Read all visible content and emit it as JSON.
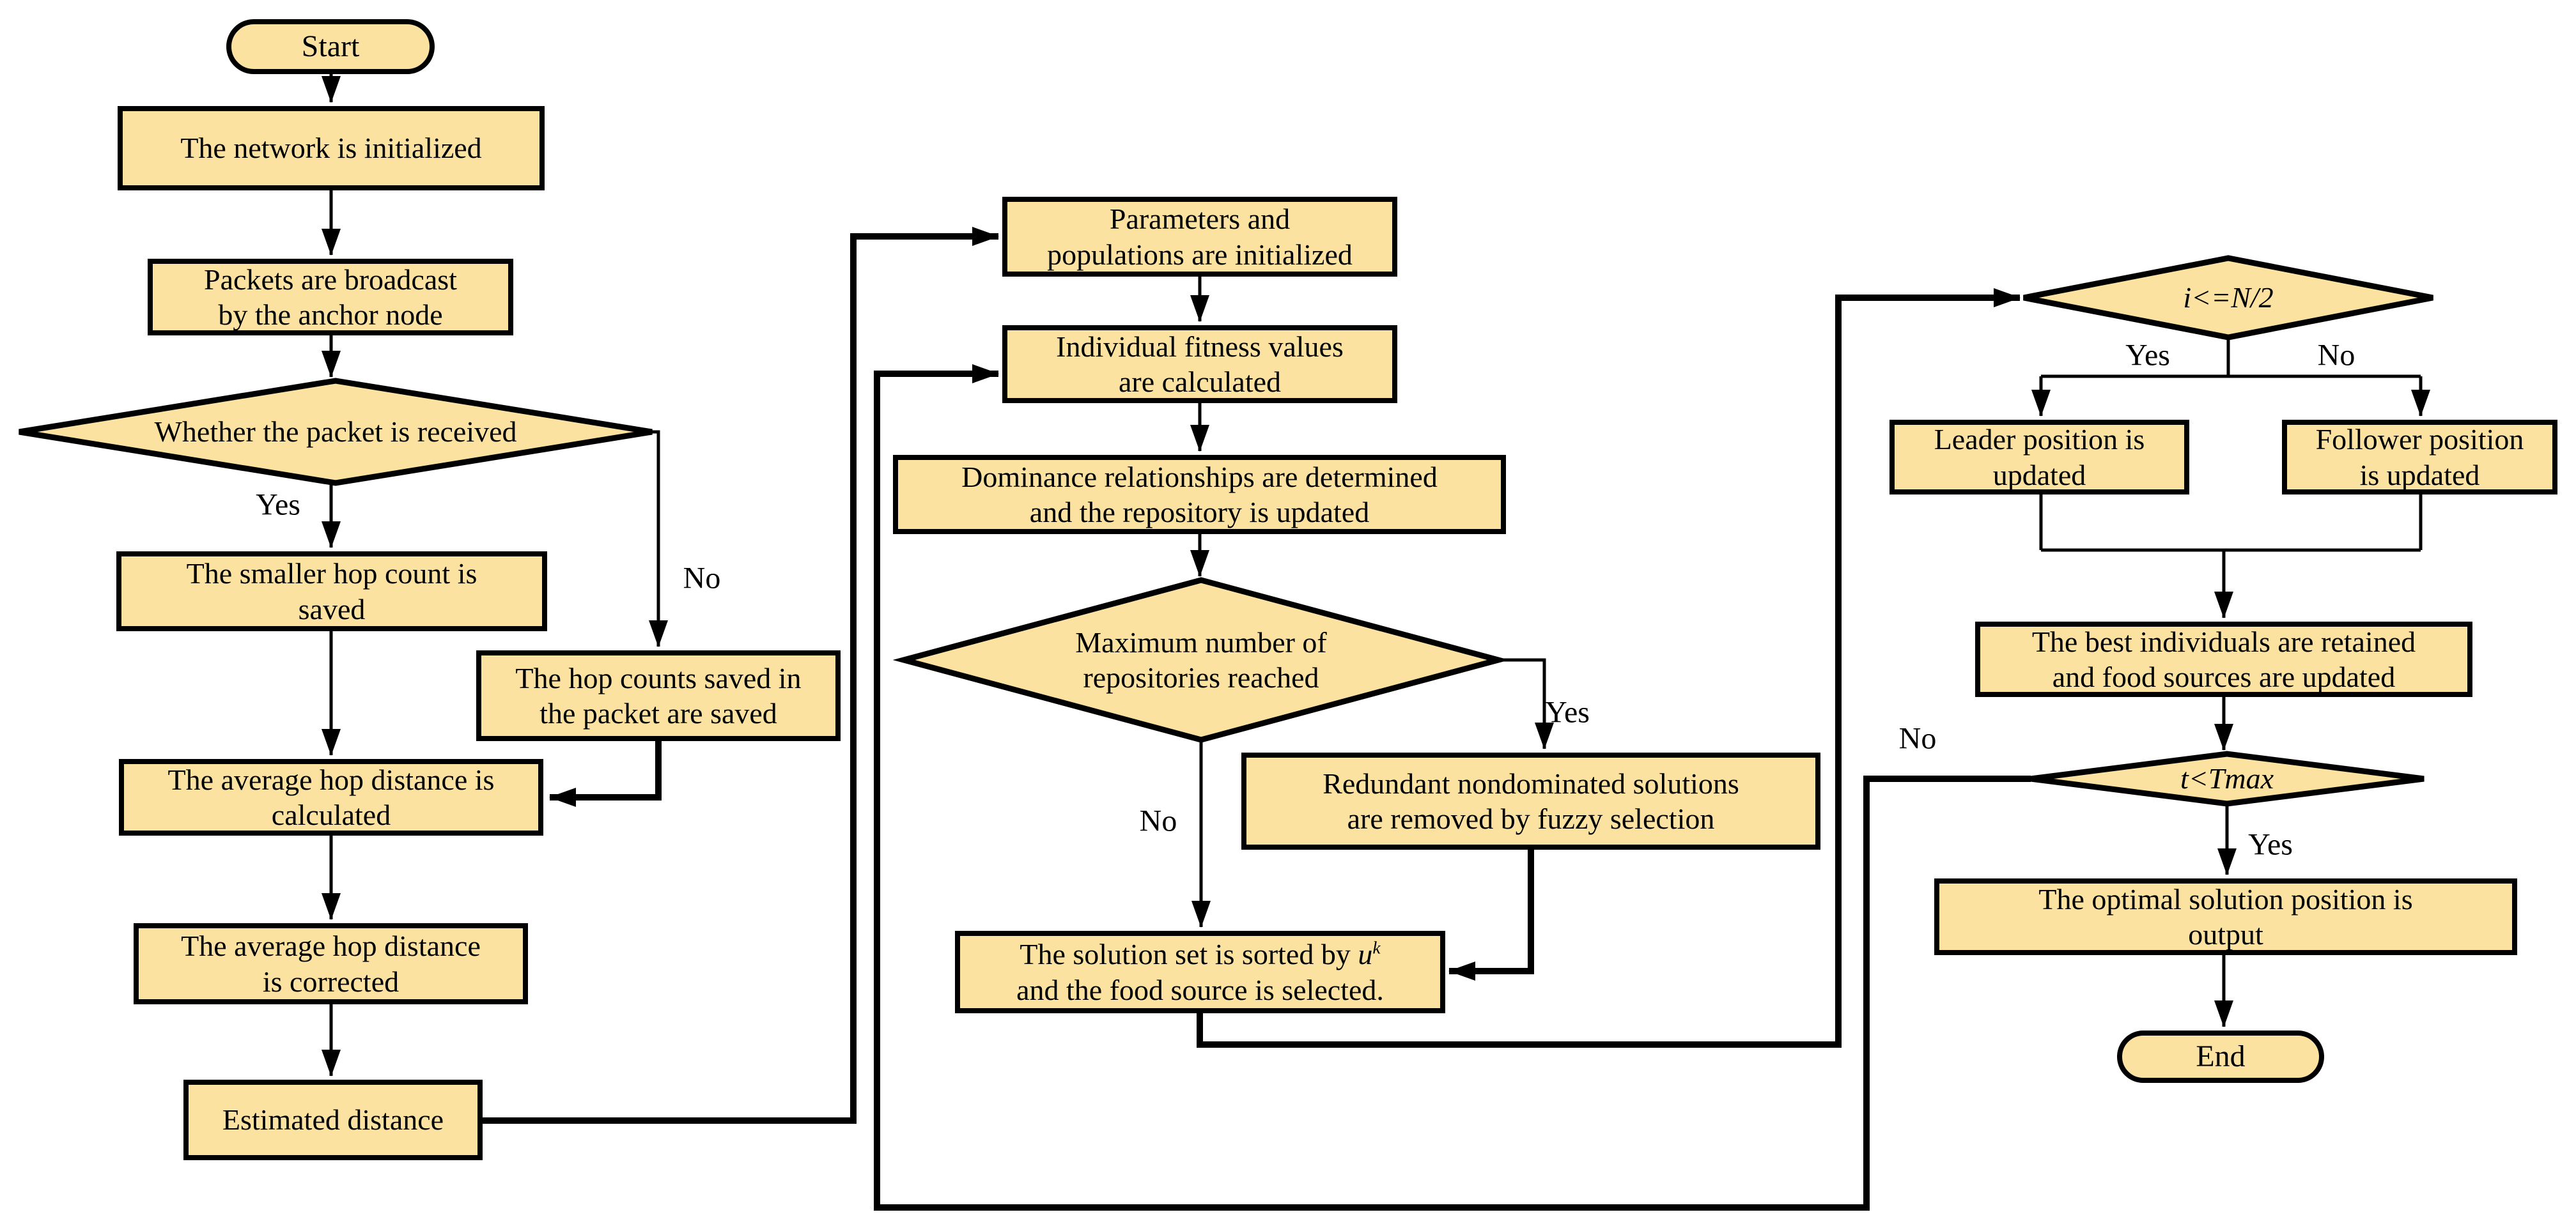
{
  "colors": {
    "node_fill": "#FBE2A0",
    "node_border": "#000000",
    "line": "#000000",
    "background": "#FFFFFF"
  },
  "branch_labels": {
    "yes": "Yes",
    "no": "No"
  },
  "nodes": {
    "start": {
      "label": "Start"
    },
    "network": {
      "lines": [
        "The network is initialized"
      ]
    },
    "packets": {
      "lines": [
        "Packets are broadcast",
        "by the anchor node"
      ]
    },
    "whether": {
      "lines": [
        "Whether the packet is received"
      ]
    },
    "smaller": {
      "lines": [
        "The smaller hop count is",
        "saved"
      ]
    },
    "hopcounts": {
      "lines": [
        "The hop counts saved in",
        "the packet are saved"
      ]
    },
    "avgcalc": {
      "lines": [
        "The average hop distance is",
        "calculated"
      ]
    },
    "avgcorr": {
      "lines": [
        "The average hop distance",
        "is corrected"
      ]
    },
    "estimated": {
      "lines": [
        "Estimated distance"
      ]
    },
    "params": {
      "lines": [
        "Parameters and",
        "populations are initialized"
      ]
    },
    "fitness": {
      "lines": [
        "Individual fitness values",
        "are calculated"
      ]
    },
    "dominance": {
      "lines": [
        "Dominance relationships are determined",
        "and the repository is updated"
      ]
    },
    "maxrepo": {
      "lines": [
        "Maximum number of",
        "repositories reached"
      ]
    },
    "redundant": {
      "lines": [
        "Redundant nondominated solutions",
        "are removed by fuzzy selection"
      ]
    },
    "solution": {
      "line1_prefix": "The solution set is sorted by ",
      "variable": "u",
      "superscript": "k",
      "line2": "and the food source is selected."
    },
    "i_half": {
      "label": "i<=N/2"
    },
    "leader": {
      "lines": [
        "Leader position is",
        "updated"
      ]
    },
    "follower": {
      "lines": [
        "Follower position",
        "is updated"
      ]
    },
    "best": {
      "lines": [
        "The best individuals are retained",
        "and food sources are updated"
      ]
    },
    "t_tmax": {
      "label": "t<Tmax"
    },
    "optimal": {
      "lines": [
        "The optimal solution position is",
        "output"
      ]
    },
    "end": {
      "label": "End"
    }
  }
}
